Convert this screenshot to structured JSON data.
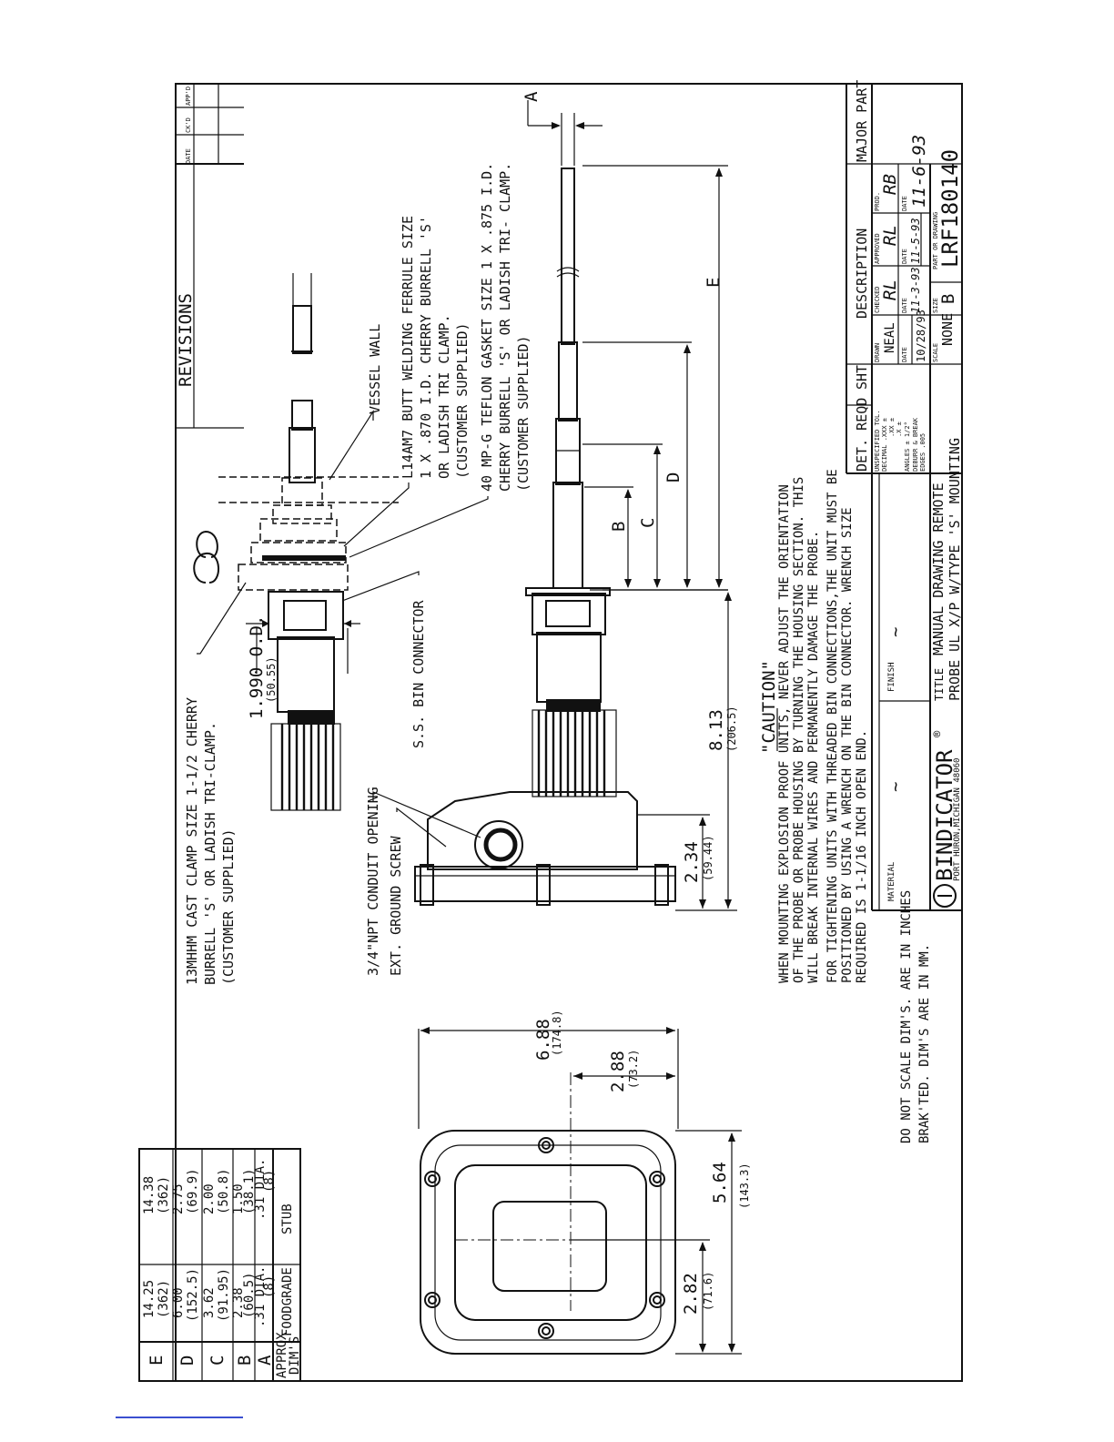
{
  "revisions": {
    "title": "REVISIONS",
    "columns": [
      "DATE",
      "CK'D",
      "APP'D"
    ]
  },
  "callouts": {
    "clamp": [
      "13MHHM CAST CLAMP SIZE 1-1/2 CHERRY",
      "BURRELL 'S' OR LADISH TRI-CLAMP.",
      "(CUSTOMER SUPPLIED)"
    ],
    "vessel_wall": "VESSEL WALL",
    "ferrule": [
      "L14AM7 BUTT WELDING FERRULE SIZE",
      "1 X .870 I.D. CHERRY BURRELL 'S'",
      "OR LADISH TRI CLAMP.",
      "(CUSTOMER SUPPLIED)"
    ],
    "gasket": [
      "40 MP-G TEFLON GASKET SIZE 1 X .875 I.D.",
      "CHERRY BURRELL 'S' OR LADISH TRI- CLAMP.",
      "(CUSTOMER SUPPLIED)"
    ],
    "conduit": "3/4\"NPT CONDUIT OPENING",
    "ground": "EXT. GROUND SCREW",
    "bin_connector": "S.S. BIN CONNECTOR"
  },
  "dimensions": {
    "od": "1.990 O.D.",
    "od_mm": "(50.55)",
    "overall": "8.13",
    "overall_mm": "(206.5)",
    "housing": "2.34",
    "housing_mm": "(59.44)",
    "base_length": "6.88",
    "base_length_mm": "(174.8)",
    "offset": "2.88",
    "offset_mm": "(73.2)",
    "base_width": "5.64",
    "base_width_mm": "(143.3)",
    "side": "2.82",
    "side_mm": "(71.6)",
    "A": "A",
    "B": "B",
    "C": "C",
    "D": "D",
    "E": "E"
  },
  "caution": {
    "title": "\"CAUTION\"",
    "para1": [
      "WHEN MOUNTING EXPLOSION PROOF UNITS, NEVER ADJUST THE ORIENTATION",
      "OF THE PROBE OR PROBE HOUSING BY TURNING THE HOUSING SECTION. THIS",
      "WILL BREAK INTERNAL WIRES AND PERMANENTLY DAMAGE THE PROBE."
    ],
    "para2": [
      "FOR TIGHTENING UNITS WITH THREADED BIN CONNECTIONS,THE UNIT MUST BE",
      "POSITIONED BY USING A WRENCH ON THE BIN CONNECTOR. WRENCH SIZE",
      "REQUIRED IS 1-1/16 INCH OPEN END."
    ]
  },
  "dims_table": {
    "rows": [
      {
        "label": "E",
        "foodgrade": [
          "14.25",
          "(362)"
        ],
        "stub": [
          "14.38",
          "(362)"
        ]
      },
      {
        "label": "D",
        "foodgrade": [
          "6.00",
          "(152.5)"
        ],
        "stub": [
          "2.75",
          "(69.9)"
        ]
      },
      {
        "label": "C",
        "foodgrade": [
          "3.62",
          "(91.95)"
        ],
        "stub": [
          "2.00",
          "(50.8)"
        ]
      },
      {
        "label": "B",
        "foodgrade": [
          "2.38",
          "(60.5)"
        ],
        "stub": [
          "1.50",
          "(38.1)"
        ]
      },
      {
        "label": "A",
        "foodgrade": [
          ".31 DIA.",
          "(8)"
        ],
        "stub": [
          ".31 DIA.",
          "(8)"
        ]
      }
    ],
    "footer": {
      "label": [
        "APPROX",
        "DIM'S"
      ],
      "foodgrade": "FOODGRADE",
      "stub": "STUB"
    }
  },
  "notes": {
    "inches": "DO NOT SCALE DIM'S. ARE IN INCHES",
    "mm": "BRAK'TED. DIM'S ARE IN MM."
  },
  "title_block": {
    "material_label": "MATERIAL",
    "material_value": "~",
    "finish_label": "FINISH",
    "finish_value": "~",
    "det_reqd": "DET. REQD",
    "sht": "SHT",
    "description": "DESCRIPTION",
    "major_part": "MAJOR PART",
    "tolerances": [
      "UNSPECIFIED TOL.",
      "DECIMAL .XXX ±",
      ".XX ±",
      ".X ±",
      "ANGLES ± 1/2°",
      "DEBURR & BREAK",
      "EDGES .005"
    ],
    "drawn_label": "DRAWN",
    "drawn_value": "NEAL",
    "checked_label": "CHECKED",
    "checked_value": "RL",
    "approved_label": "APPROVED",
    "approved_value": "RL",
    "prod_label": "PROD.",
    "prod_value": "RB",
    "date_label": "DATE",
    "date_drawn": "10/28/93",
    "date_checked": "11-3-93",
    "date_approved": "11-5-93",
    "date_prod": "11-6-93",
    "company": "BINDICATOR",
    "reg": "®",
    "address": "PORT HURON,MICHIGAN 48060",
    "title_label": "TITLE",
    "title_line1": "MANUAL DRAWING REMOTE",
    "title_line2": "PROBE UL X/P W/TYPE 'S' MOUNTING",
    "scale_label": "SCALE",
    "scale_value": "NONE",
    "size_label": "SIZE",
    "size_value": "B",
    "part_label": "PART OR DRAWING",
    "part_value": "LRF180140"
  }
}
